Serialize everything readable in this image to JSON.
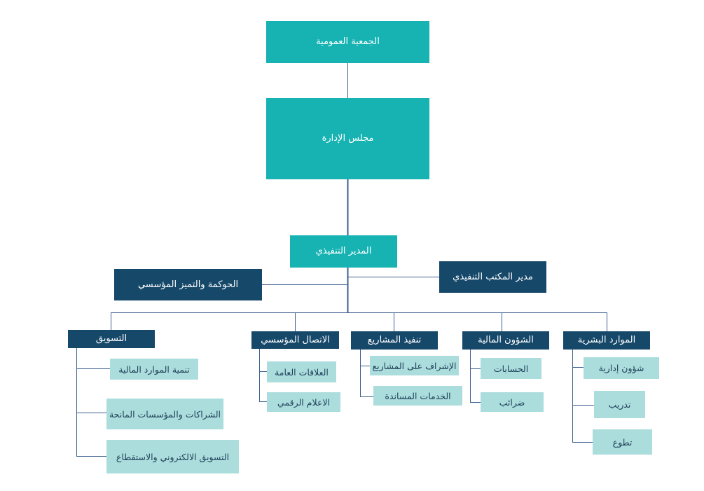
{
  "colors": {
    "top_level": "#17b3b3",
    "department": "#16486a",
    "sub_unit": "#acdddd",
    "connector": "#3d5f8f"
  },
  "top": {
    "general_assembly": "الجمعية العمومية",
    "board": "مجلس الإدارة",
    "executive_director": "المدير التنفيذي"
  },
  "side": {
    "governance": "الحوكمة والتميز المؤسسي",
    "exec_office_manager": "مدير المكتب التنفيذي"
  },
  "departments": {
    "marketing": {
      "title": "التسويق",
      "items": [
        "تنمية الموارد المالية",
        "الشراكات والمؤسسات المانحة",
        "التسويق الالكتروني والاستقطاع"
      ]
    },
    "communication": {
      "title": "الاتصال المؤسسي",
      "items": [
        "العلاقات العامة",
        "الاعلام الرقمي"
      ]
    },
    "projects": {
      "title": "تنفيذ المشاريع",
      "items": [
        "الإشراف على المشاريع",
        "الخدمات المساندة"
      ]
    },
    "finance": {
      "title": "الشؤون المالية",
      "items": [
        "الحسابات",
        "ضرائب"
      ]
    },
    "hr": {
      "title": "الموارد البشرية",
      "items": [
        "شؤون إدارية",
        "تدريب",
        "تطوع"
      ]
    }
  }
}
